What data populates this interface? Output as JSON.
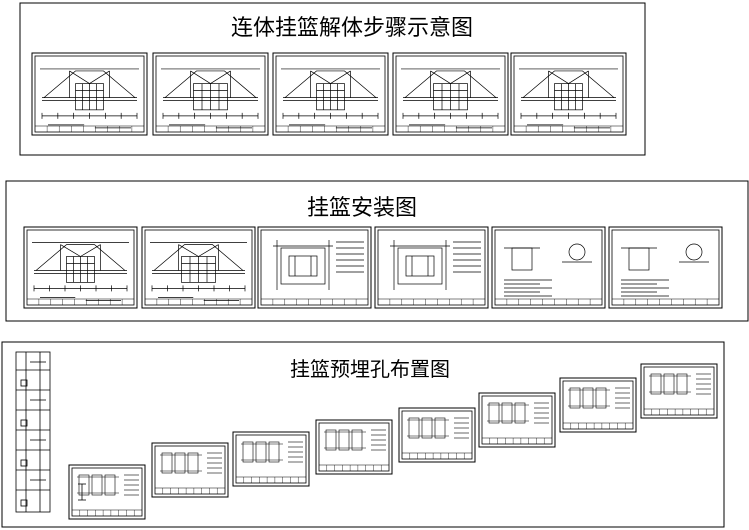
{
  "panels": [
    {
      "title": "连体挂篮解体步骤示意图",
      "sheets": 5
    },
    {
      "title": "挂篮安装图",
      "sheets": 6
    },
    {
      "title": "挂篮预埋孔布置图",
      "sheets": 9
    }
  ]
}
